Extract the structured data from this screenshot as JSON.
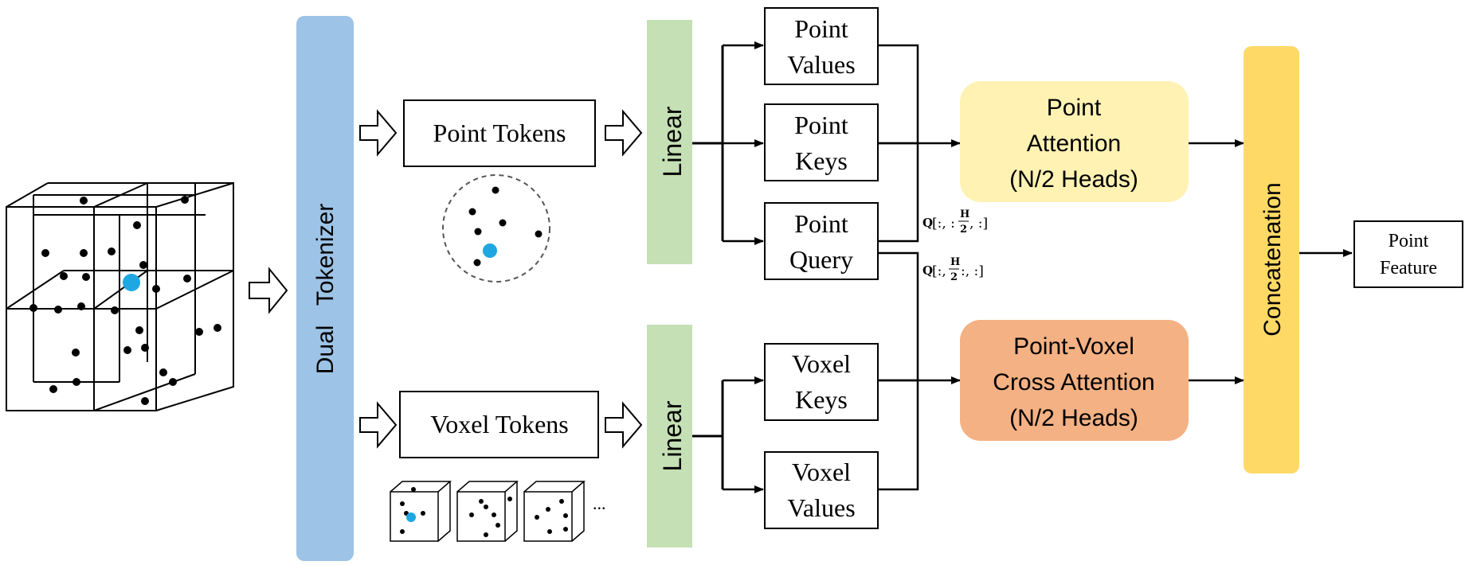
{
  "diagram": {
    "dual_tokenizer": "Dual   Tokenizer",
    "point_tokens": "Point Tokens",
    "voxel_tokens": "Voxel Tokens",
    "linear_top": "Linear",
    "linear_bottom": "Linear",
    "point_values": [
      "Point",
      "Values"
    ],
    "point_keys": [
      "Point",
      "Keys"
    ],
    "point_query": [
      "Point",
      "Query"
    ],
    "voxel_keys": [
      "Voxel",
      "Keys"
    ],
    "voxel_values": [
      "Voxel",
      "Values"
    ],
    "point_attention": [
      "Point",
      "Attention",
      "(N/2 Heads)"
    ],
    "cross_attention": [
      "Point-Voxel",
      "Cross Attention",
      "(N/2 Heads)"
    ],
    "concatenation": "Concatenation",
    "point_feature": [
      "Point",
      "Feature"
    ],
    "query_first_half": {
      "q": "Q",
      "left": "[:, :",
      "num": "H",
      "den": "2",
      "right": ", :]"
    },
    "query_second_half": {
      "q": "Q",
      "left": "[:, ",
      "num": "H",
      "den": "2",
      "right": ":, :]"
    },
    "ellipsis": "...",
    "colors": {
      "tokenizer": "#9dc3e6",
      "linear": "#c5e0b4",
      "point_attention": "#fff2b3",
      "cross_attention": "#f4b183",
      "concatenation": "#ffd966",
      "highlight_point": "#1ea7e1"
    }
  }
}
